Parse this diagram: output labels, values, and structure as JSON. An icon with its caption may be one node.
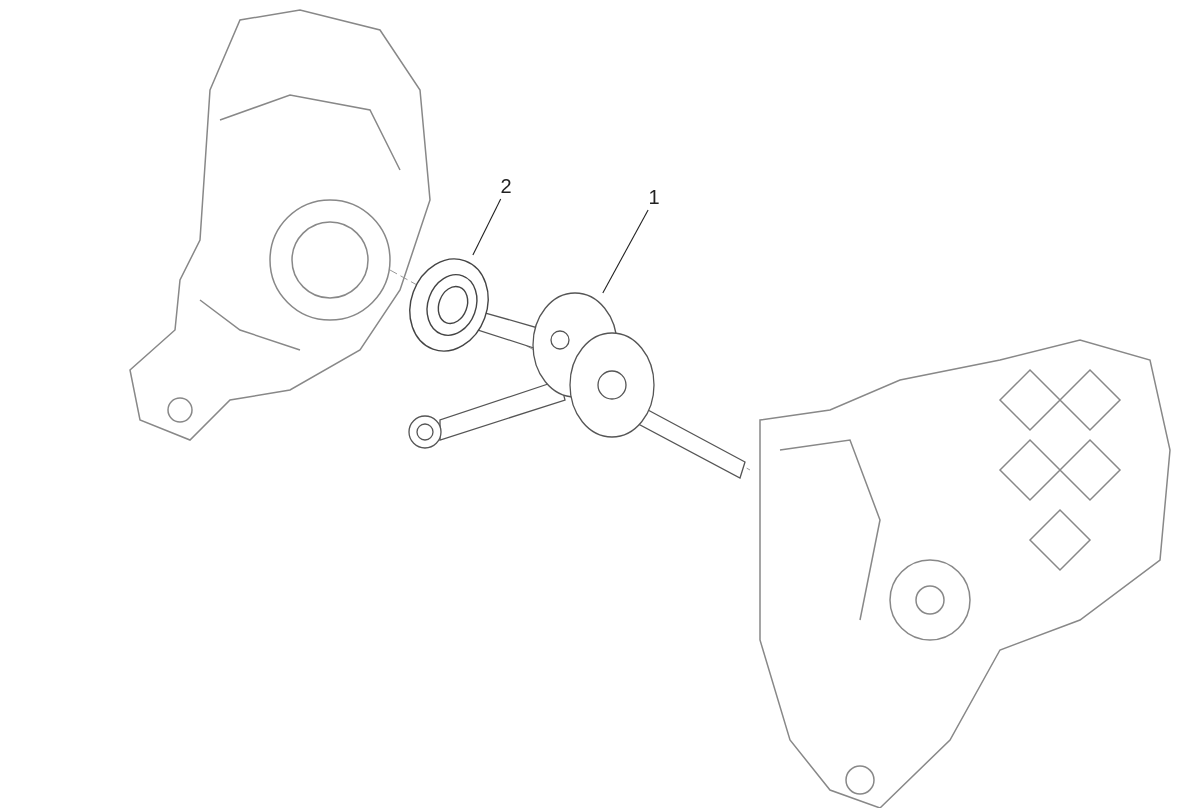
{
  "diagram": {
    "nodes": [
      {
        "text": [
          "1"
        ]
      },
      {
        "text": [],
        "shape": "picture"
      },
      {
        "text": [
          "2"
        ]
      },
      {
        "text": [],
        "shape": "picture"
      }
    ],
    "edges": [
      {
        "from": 0,
        "to": 1,
        "arrow": "none"
      },
      {
        "from": 2,
        "to": 3,
        "arrow": "none"
      }
    ]
  }
}
